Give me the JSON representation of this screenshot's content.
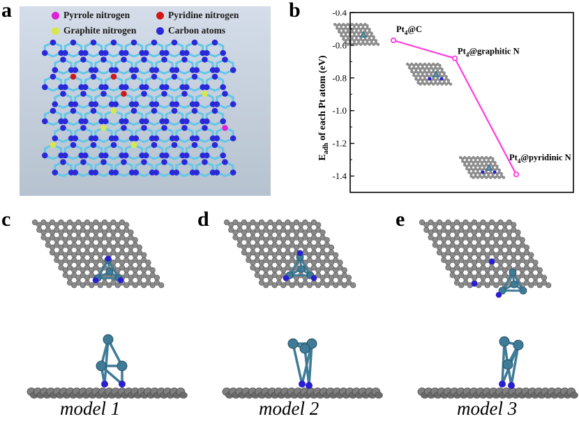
{
  "panels": {
    "a": "a",
    "b": "b",
    "c": "c",
    "d": "d",
    "e": "e"
  },
  "legend_a": [
    {
      "label": "Pyrrole nitrogen",
      "color": "#e020d8"
    },
    {
      "label": "Pyridine nitrogen",
      "color": "#d01818"
    },
    {
      "label": "Graphite nitrogen",
      "color": "#d8e84a"
    },
    {
      "label": "Carbon atoms",
      "color": "#2a28d8"
    }
  ],
  "models": [
    "model 1",
    "model 2",
    "model 3"
  ],
  "colors": {
    "line": "#ff3be0",
    "bond": "#63c7e8",
    "carbon_a": "#2a28d8",
    "carbon_gray": "#8a8a8a",
    "platinum": "#3f7b96",
    "nitrogen": "#2a1fd0"
  },
  "chart_data": {
    "type": "line",
    "ylabel_main": "E",
    "ylabel_sub": "adh",
    "ylabel_rest": " of each Pt atom (eV)",
    "ylim": [
      -1.5,
      -0.4
    ],
    "yticks": [
      "-0.4",
      "-0.6",
      "-0.8",
      "-1.0",
      "-1.2",
      "-1.4"
    ],
    "ytick_values": [
      -0.4,
      -0.6,
      -0.8,
      -1.0,
      -1.2,
      -1.4
    ],
    "series": [
      {
        "values": [
          -0.57,
          -0.68,
          -1.39
        ]
      }
    ],
    "point_labels": [
      {
        "main": "Pt",
        "sub": "4",
        "rest": "@C"
      },
      {
        "main": "Pt",
        "sub": "4",
        "rest": "@graphitic N"
      },
      {
        "main": "Pt",
        "sub": "4",
        "rest": "@pyridinic N"
      }
    ],
    "grid": false
  }
}
